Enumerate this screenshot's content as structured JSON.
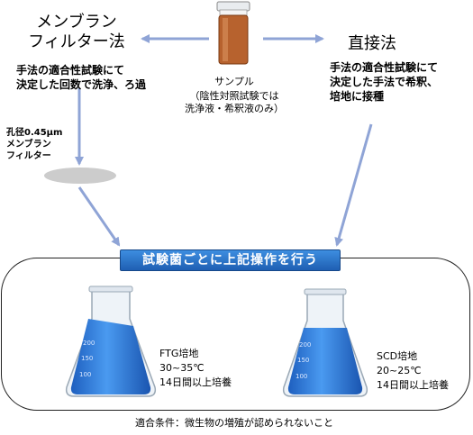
{
  "left": {
    "title": "メンブラン\nフィルター法",
    "note": "手法の適合性試験にて\n決定した回数で洗浄、ろ過",
    "filter_label": "孔径0.45μm\nメンブラン\nフィルター"
  },
  "center": {
    "sample_label": "サンプル",
    "sample_note": "（陰性対照試験では\n洗浄液・希釈液のみ）"
  },
  "right": {
    "title": "直接法",
    "note": "手法の適合性試験にて\n決定した手法で希釈、\n培地に接種"
  },
  "banner": "試験菌ごとに上記操作を行う",
  "flasks": [
    {
      "label": "FTG培地\n30~35℃\n14日間以上培養",
      "scale": [
        "200",
        "150",
        "100"
      ]
    },
    {
      "label": "SCD培地\n20~25℃\n14日間以上培養",
      "scale": [
        "200",
        "150",
        "100"
      ]
    }
  ],
  "footer": "適合条件：微生物の増殖が認められないこと",
  "colors": {
    "arrow": "#8fa4d6",
    "banner": "#2f78d0",
    "liquid": "#2a72d8",
    "filter": "#cccccc"
  }
}
